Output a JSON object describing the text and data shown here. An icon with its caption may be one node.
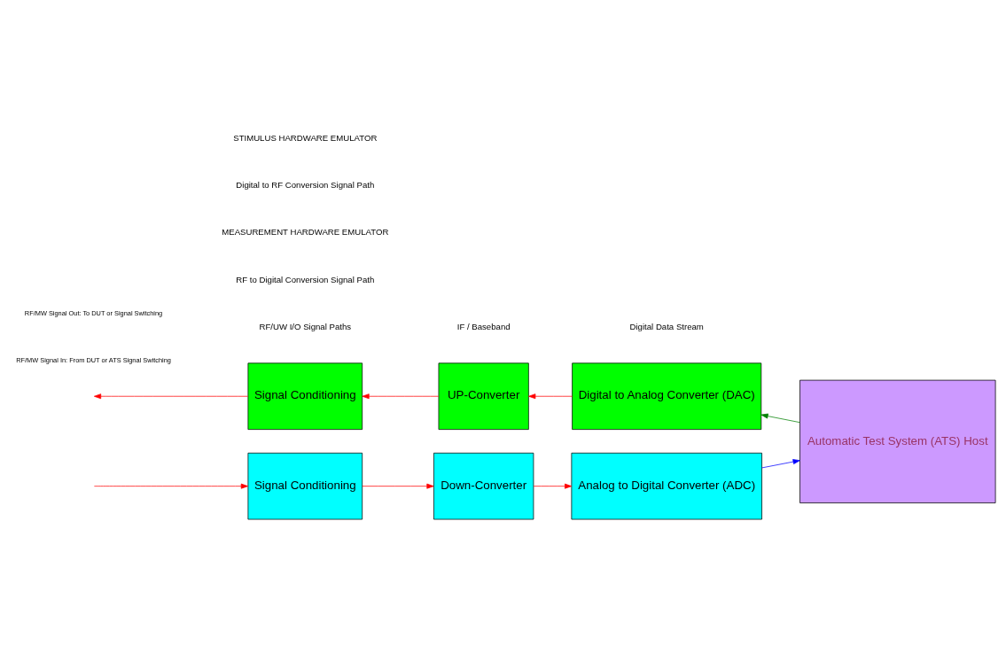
{
  "diagram": {
    "nodes": [
      {
        "text": [
          "Signal Conditioning"
        ]
      },
      {
        "text": [
          "Down-Converter"
        ]
      },
      {
        "text": [
          "Analog to Digital Converter (ADC)"
        ]
      },
      {
        "text": [
          "Automatic Test System (ATS) Host"
        ]
      },
      {
        "text": [
          "Signal Conditioning"
        ]
      },
      {
        "text": [
          "UP-Converter"
        ]
      },
      {
        "text": [
          "Digital to Analog Converter (DAC)"
        ]
      }
    ],
    "edges": [
      {
        "from": null,
        "to": 0,
        "arrow": "to"
      },
      {
        "from": 0,
        "to": 1,
        "arrow": "to"
      },
      {
        "from": 1,
        "to": 2,
        "arrow": "to"
      },
      {
        "from": 2,
        "to": 3,
        "arrow": "to",
        "color": "#0000ff"
      },
      {
        "from": 3,
        "to": 6,
        "arrow": "to",
        "color": "#008000"
      },
      {
        "from": 6,
        "to": 5,
        "arrow": "to"
      },
      {
        "from": 5,
        "to": 4,
        "arrow": "to"
      },
      {
        "from": 4,
        "to": null,
        "arrow": "to"
      }
    ],
    "labels": [
      "RF/UW I/O Signal Paths",
      "Digital Data Stream",
      "IF / Baseband",
      "RF to Digital Conversion Signal Path",
      "RF/MW Signal In: From DUT or ATS Signal Switching",
      "MEASUREMENT HARDWARE EMULATOR",
      "Digital to RF Conversion Signal Path",
      "STIMULUS HARDWARE EMULATOR",
      "RF/MW Signal Out: To DUT or Signal Switching"
    ]
  }
}
